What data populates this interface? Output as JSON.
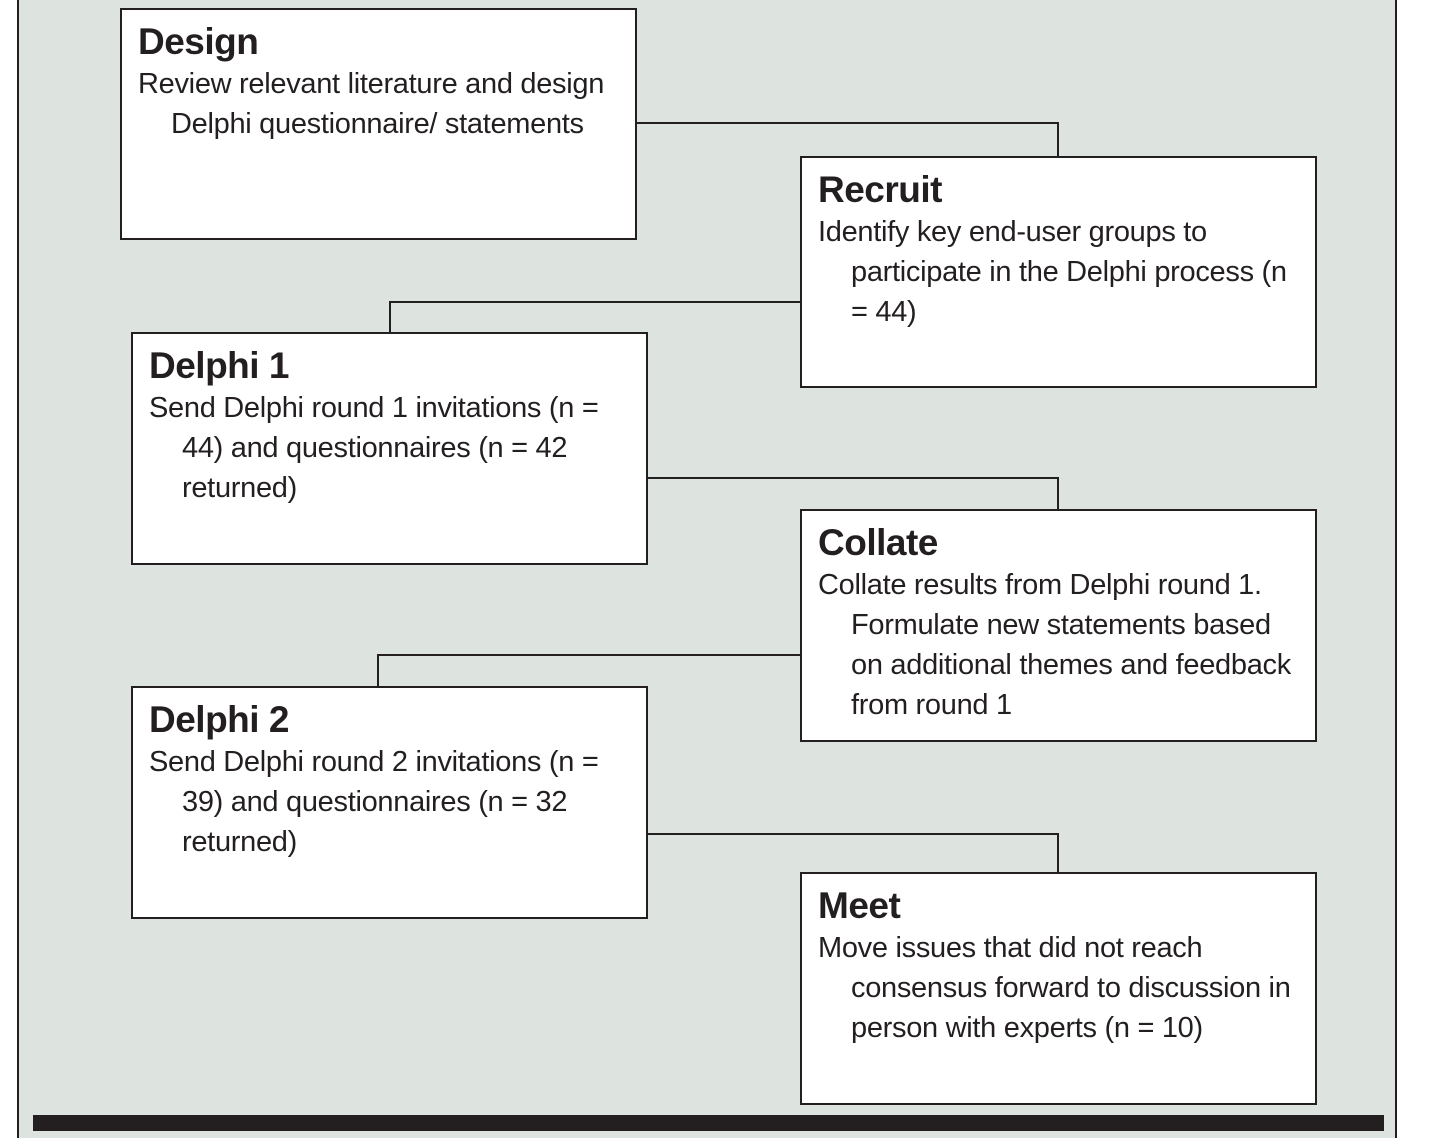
{
  "steps": [
    {
      "heading": "Design",
      "body": "Review relevant literature and design Delphi questionnaire/ statements"
    },
    {
      "heading": "Recruit",
      "body": "Identify key end-user groups to participate in the Delphi process (n = 44)"
    },
    {
      "heading": "Delphi 1",
      "body": "Send Delphi round 1 invitations (n = 44) and questionnaires (n = 42 returned)"
    },
    {
      "heading": "Collate",
      "body": "Collate results from Delphi round 1. Formulate new statements based on additional themes and feedback from round 1"
    },
    {
      "heading": "Delphi 2",
      "body": "Send Delphi round 2 invitations (n = 39) and questionnaires (n = 32 returned)"
    },
    {
      "heading": "Meet",
      "body": "Move issues that did not reach consensus forward to discussion in person with experts (n = 10)"
    }
  ],
  "colors": {
    "panel_background": "#dde3de",
    "box_background": "#ffffff",
    "line": "#231f20"
  }
}
